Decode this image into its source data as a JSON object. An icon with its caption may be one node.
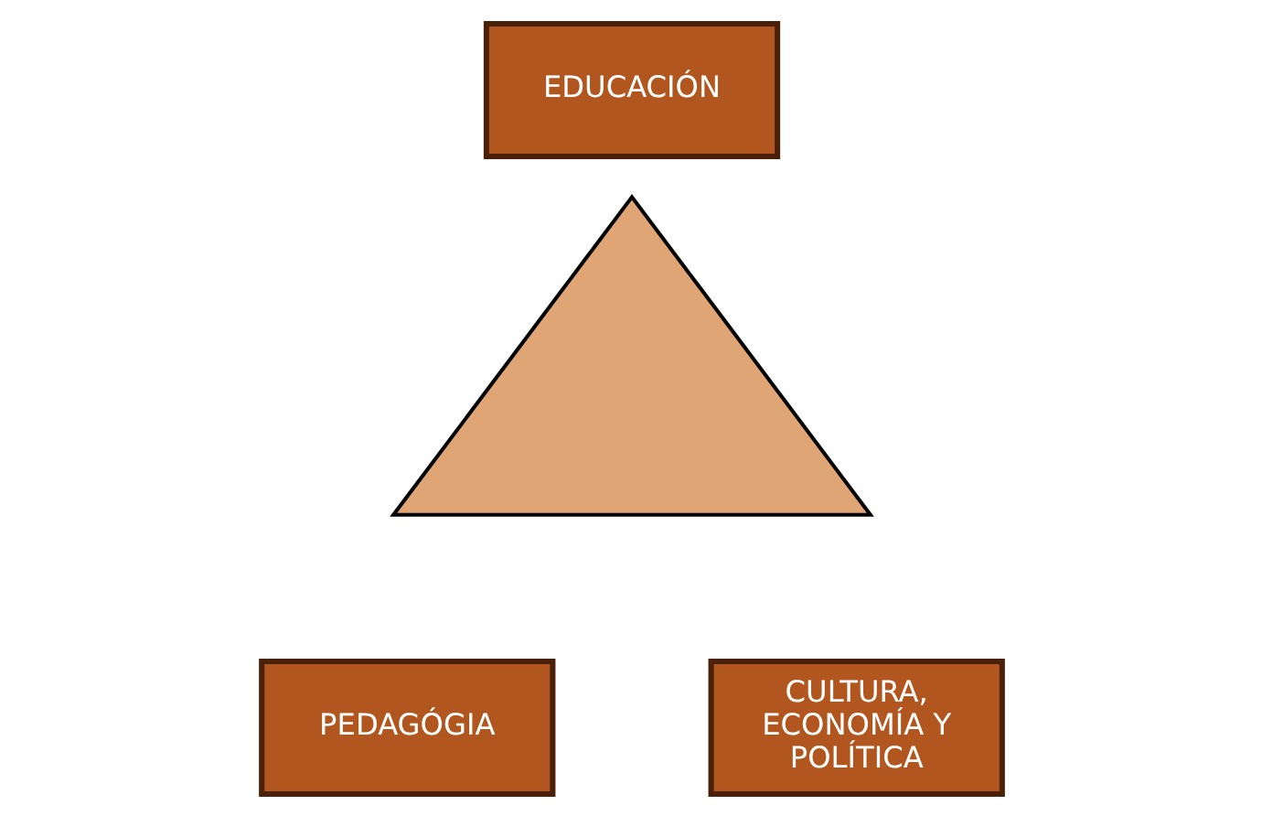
{
  "diagram": {
    "nodes": [
      {
        "text": [
          "EDUCACIÓN"
        ]
      },
      {
        "text": [],
        "shape": "triangle"
      },
      {
        "text": [
          "PEDAGÓGIA"
        ]
      },
      {
        "text": [
          "CULTURA, ECONOMÍA Y POLÍTICA"
        ]
      }
    ]
  }
}
